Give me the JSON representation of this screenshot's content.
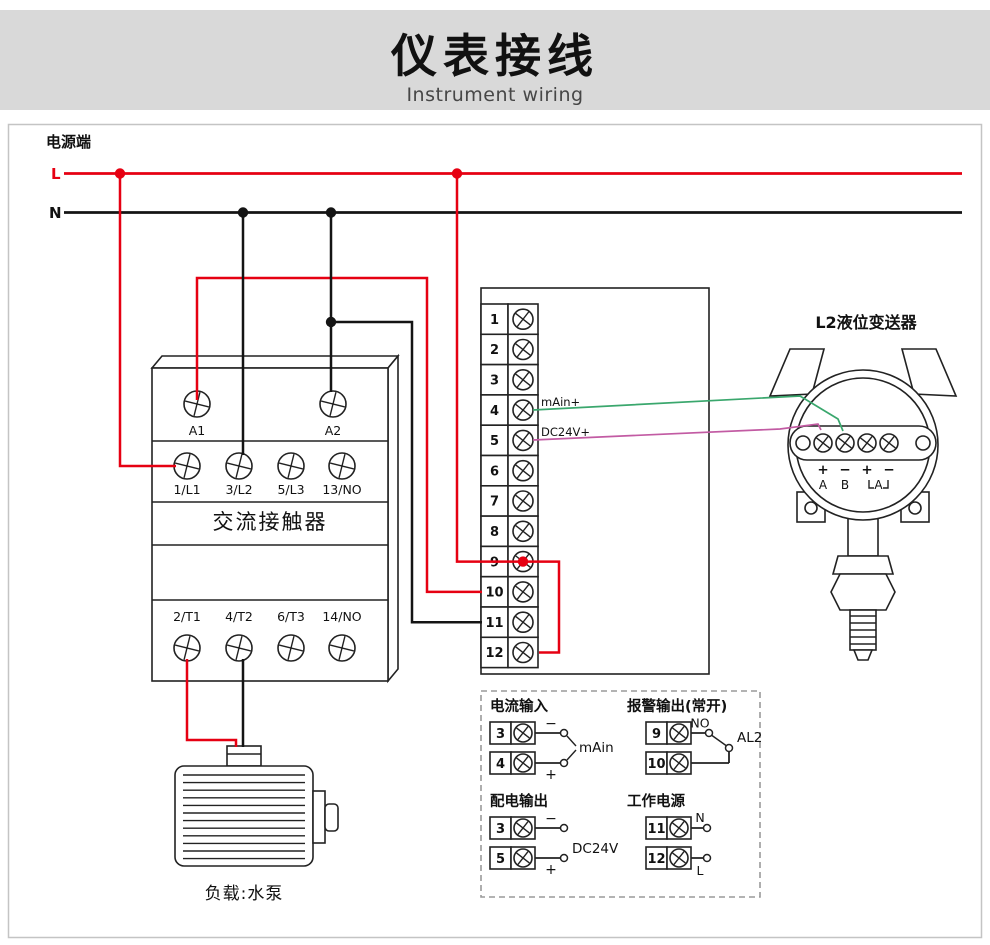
{
  "header": {
    "title": "仪表接线",
    "subtitle": "Instrument wiring"
  },
  "power": {
    "section_label": "电源端",
    "l_label": "L",
    "n_label": "N"
  },
  "contactor": {
    "name": "交流接触器",
    "coil_terminals": [
      "A1",
      "A2"
    ],
    "input_terminals": [
      "1/L1",
      "3/L2",
      "5/L3",
      "13/NO"
    ],
    "output_terminals": [
      "2/T1",
      "4/T2",
      "6/T3",
      "14/NO"
    ]
  },
  "terminal_block": {
    "numbers": [
      "1",
      "2",
      "3",
      "4",
      "5",
      "6",
      "7",
      "8",
      "9",
      "10",
      "11",
      "12"
    ],
    "terminal4_label": "mAin+",
    "terminal5_label": "DC24V+"
  },
  "transmitter": {
    "title": "L2液位变送器",
    "polarities": [
      "+",
      "−",
      "+",
      "−"
    ],
    "wire_labels": [
      "A",
      "B"
    ],
    "bracket_label": "A"
  },
  "motor": {
    "label": "负载:水泵"
  },
  "legend": {
    "current_input": {
      "title": "电流输入",
      "terminal_top": "3",
      "terminal_bottom": "4",
      "sign_top": "−",
      "sign_bottom": "+",
      "label": "mAin"
    },
    "alarm_output": {
      "title": "报警输出(常开)",
      "terminal_top": "9",
      "terminal_bottom": "10",
      "contact_label": "NO",
      "output_label": "AL2"
    },
    "dist_output": {
      "title": "配电输出",
      "terminal_top": "3",
      "terminal_bottom": "5",
      "sign_top": "−",
      "sign_bottom": "+",
      "label": "DC24V"
    },
    "work_power": {
      "title": "工作电源",
      "terminal_top": "11",
      "terminal_bottom": "12",
      "label_top": "N",
      "label_bottom": "L"
    }
  },
  "colors": {
    "live_wire": "#e60012",
    "neutral_wire": "#141414",
    "signal_green": "#3aa76d",
    "signal_magenta": "#c25ba3",
    "header_bg": "#d9d9d9"
  }
}
